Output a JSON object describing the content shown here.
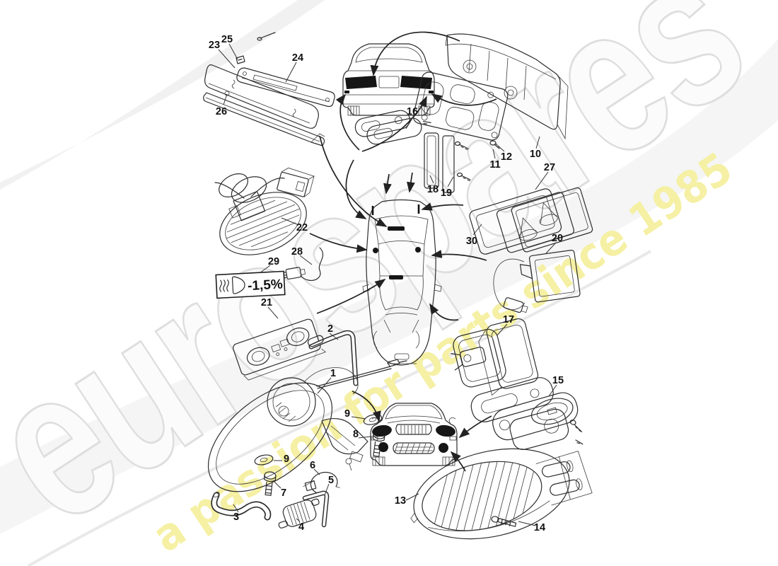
{
  "watermark": {
    "brand": "eurospares",
    "tagline": "a passion for parts since 1985",
    "brand_fill": "#fbfbfb",
    "brand_stroke": "#dedede",
    "tagline_color": "#f5f0a3",
    "swoosh_color": "#f0f0f0"
  },
  "aim_label": {
    "text": "-1,5%"
  },
  "ink_color": "#2d2d2d",
  "parts": {
    "p1": "1",
    "p2": "2",
    "p3": "3",
    "p4": "4",
    "p5": "5",
    "p6": "6",
    "p7": "7",
    "p8": "8",
    "p9": "9",
    "p10": "10",
    "p11": "11",
    "p12": "12",
    "p13": "13",
    "p14": "14",
    "p15": "15",
    "p16": "16",
    "p17": "17",
    "p18": "18",
    "p19": "19",
    "p20": "20",
    "p21": "21",
    "p22": "22",
    "p23": "23",
    "p24": "24",
    "p25": "25",
    "p26": "26",
    "p27": "27",
    "p28": "28",
    "p29": "29",
    "p30": "30"
  }
}
